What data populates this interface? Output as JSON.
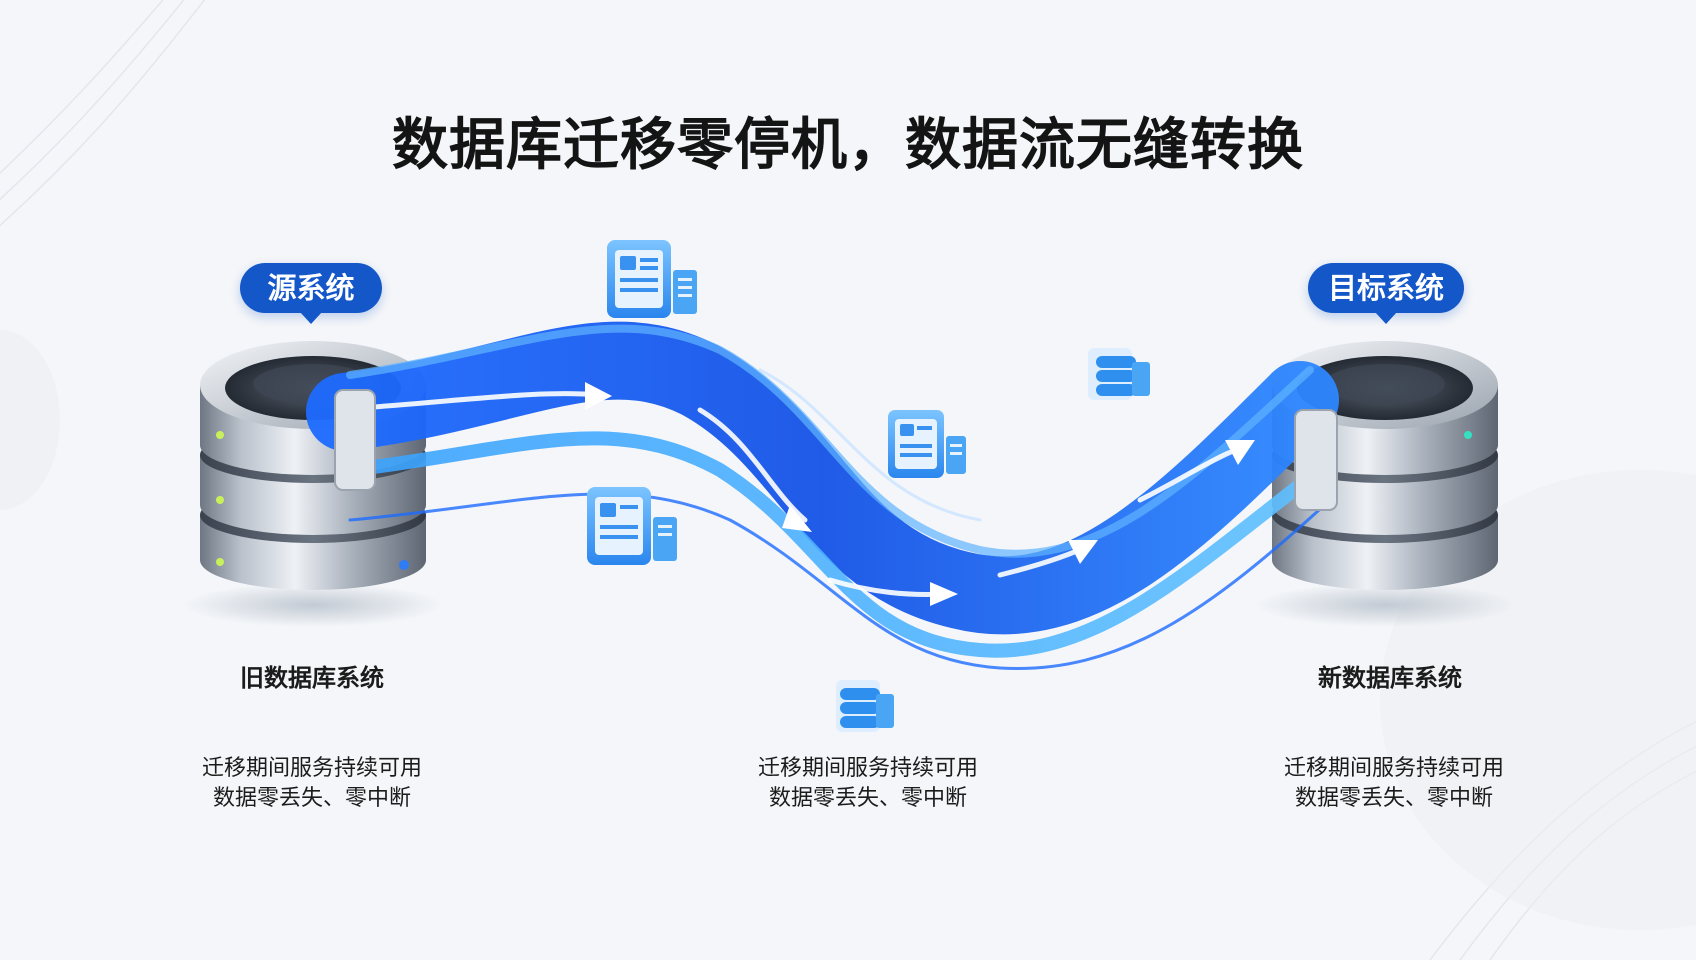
{
  "title": "数据库迁移零停机，数据流无缝转换",
  "source": {
    "badge": "源系统",
    "label": "旧数据库系统",
    "desc_line1": "迁移期间服务持续可用",
    "desc_line2": "数据零丢失、零中断"
  },
  "middle": {
    "desc_line1": "迁移期间服务持续可用",
    "desc_line2": "数据零丢失、零中断"
  },
  "target": {
    "badge": "目标系统",
    "label": "新数据库系统",
    "desc_line1": "迁移期间服务持续可用",
    "desc_line2": "数据零丢失、零中断"
  },
  "colors": {
    "badge_bg": "#1457c9",
    "stream_main": "#1a5ef0",
    "stream_light": "#3fa0ff",
    "icon_blue": "#2f8fef"
  },
  "icons": [
    "document-card-icon",
    "database-stack-icon"
  ]
}
